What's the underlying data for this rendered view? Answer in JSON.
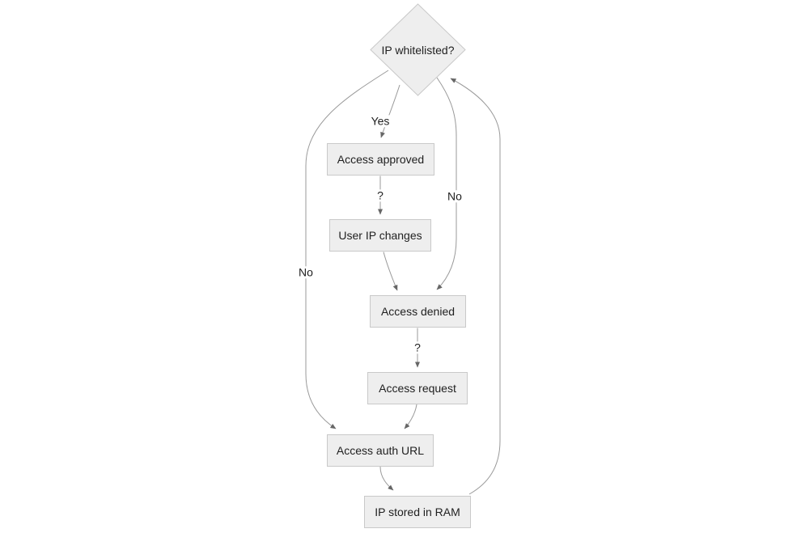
{
  "diagram": {
    "type": "flowchart",
    "nodes": [
      {
        "id": "ip-whitelisted",
        "shape": "diamond",
        "label": "IP whitelisted?"
      },
      {
        "id": "access-approved",
        "shape": "rect",
        "label": "Access approved"
      },
      {
        "id": "user-ip-changes",
        "shape": "rect",
        "label": "User IP changes"
      },
      {
        "id": "access-denied",
        "shape": "rect",
        "label": "Access denied"
      },
      {
        "id": "access-request",
        "shape": "rect",
        "label": "Access request"
      },
      {
        "id": "access-auth-url",
        "shape": "rect",
        "label": "Access auth URL"
      },
      {
        "id": "ip-stored-in-ram",
        "shape": "rect",
        "label": "IP stored in RAM"
      }
    ],
    "edges": [
      {
        "from": "ip-whitelisted",
        "to": "access-approved",
        "label": "Yes"
      },
      {
        "from": "access-approved",
        "to": "user-ip-changes",
        "label": "?"
      },
      {
        "from": "user-ip-changes",
        "to": "access-denied",
        "label": ""
      },
      {
        "from": "ip-whitelisted",
        "to": "access-denied",
        "label": "No"
      },
      {
        "from": "access-denied",
        "to": "access-request",
        "label": "?"
      },
      {
        "from": "access-request",
        "to": "access-auth-url",
        "label": ""
      },
      {
        "from": "ip-whitelisted",
        "to": "access-auth-url",
        "label": "No"
      },
      {
        "from": "access-auth-url",
        "to": "ip-stored-in-ram",
        "label": ""
      },
      {
        "from": "ip-stored-in-ram",
        "to": "ip-whitelisted",
        "label": ""
      }
    ]
  },
  "colors": {
    "background": "#ffffff",
    "node_fill": "#eeeeee",
    "node_border": "#c9c9c9",
    "edge": "#999999",
    "arrow": "#666666",
    "text": "#1f1f1f"
  }
}
